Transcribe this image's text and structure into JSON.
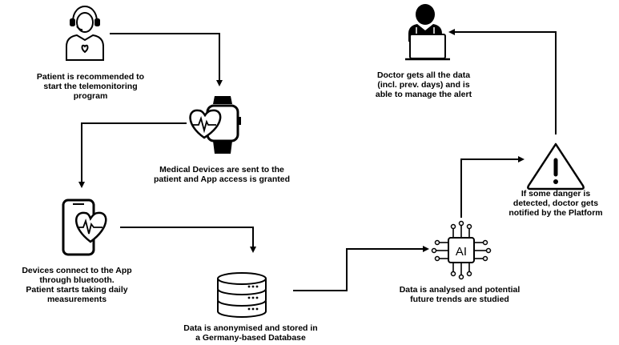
{
  "captions": {
    "patient": "Patient is recommended to\nstart the telemonitoring\nprogram",
    "doctor": "Doctor gets all the data\n(incl. prev. days) and is\nable to manage the alert",
    "devices": "Medical Devices are sent to the\npatient and App access is granted",
    "connect": "Devices connect to the App\nthrough bluetooth.\nPatient starts taking daily\nmeasurements",
    "danger": "If some danger is\ndetected, doctor gets\nnotified by the Platform",
    "analysed": "Data is analysed and potential\nfuture trends are studied",
    "stored": "Data is anonymised and stored in\na Germany-based Database"
  },
  "icons": {
    "ai_chip_label": "AI",
    "names": [
      "patient-icon",
      "doctor-laptop-icon",
      "smartwatch-heart-icon",
      "phone-heart-icon",
      "database-icon",
      "ai-chip-icon",
      "warning-icon"
    ]
  },
  "colors": {
    "line": "#000000",
    "background": "#ffffff"
  }
}
